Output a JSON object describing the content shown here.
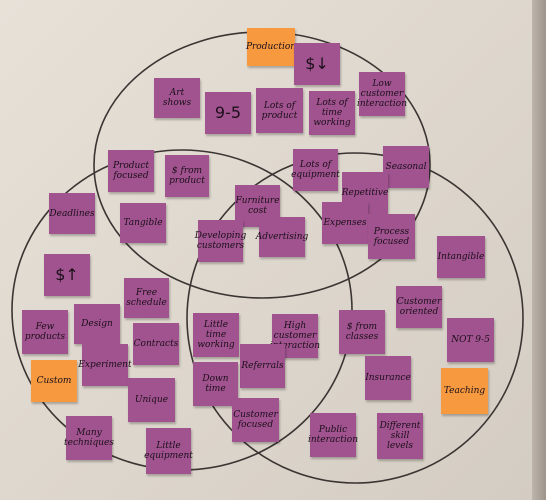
{
  "notes": {
    "production": "Production",
    "dollar_down": "$↓",
    "art_shows": "Art shows",
    "nine_to_five": "9-5",
    "lots_of_product": "Lots of product",
    "lots_of_time_working": "Lots of time working",
    "low_customer_interaction": "Low customer interaction",
    "product_focused": "Product focused",
    "dollar_from_product": "$ from product",
    "lots_of_equipment": "Lots of equipment",
    "seasonal": "Seasonal",
    "repetitive": "Repetitive",
    "furniture_cost": "Furniture cost",
    "deadlines": "Deadlines",
    "tangible": "Tangible",
    "developing_customers": "Developing customers",
    "advertising": "Advertising",
    "expenses": "Expenses",
    "process_focused": "Process focused",
    "intangible": "Intangible",
    "dollar_up": "$↑",
    "free_schedule": "Free schedule",
    "customer_oriented": "Customer oriented",
    "few_products": "Few products",
    "design": "Design",
    "contracts": "Contracts",
    "little_time_working": "Little time working",
    "high_customer_interaction": "High customer interaction",
    "dollar_from_classes": "$ from classes",
    "not_nine_to_five": "NOT 9-5",
    "custom": "Custom",
    "experiment": "Experiment",
    "referrals": "Referrals",
    "insurance": "Insurance",
    "teaching": "Teaching",
    "unique": "Unique",
    "down_time": "Down time",
    "customer_focused": "Customer focused",
    "many_techniques": "Many techniques",
    "little_equipment": "Little equipment",
    "public_interaction": "Public interaction",
    "different_skill_levels": "Different skill levels"
  },
  "colors": {
    "purple_note": "#a0538f",
    "orange_note": "#f6993f",
    "board": "#e0d9cf"
  }
}
